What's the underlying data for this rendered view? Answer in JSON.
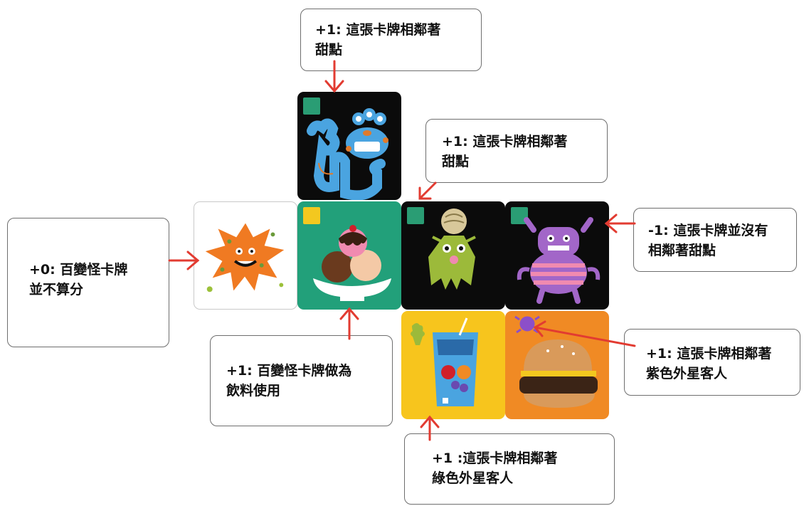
{
  "callouts": {
    "top": "+1: 這張卡牌相鄰著\n甜點",
    "mid_top": "+1: 這張卡牌相鄰著\n甜點",
    "left": "+0: 百變怪卡牌\n並不算分",
    "right": "-1: 這張卡牌並沒有\n相鄰著甜點",
    "bottom_left": "+1: 百變怪卡牌做為\n飲料使用",
    "bottom_right": "+1: 這張卡牌相鄰著\n紫色外星客人",
    "bottom": "+1 :這張卡牌相鄰著\n綠色外星客人"
  },
  "cards": [
    {
      "id": "blue-alien",
      "bg": "#0b0b0b",
      "marker": "#2a9d74",
      "subject": "blue three-eyed alien"
    },
    {
      "id": "shapeshifter",
      "bg": "#ffffff",
      "marker": "",
      "subject": "orange shapeshifter monster"
    },
    {
      "id": "ice-cream",
      "bg": "#22a07a",
      "marker": "#f3c81f",
      "subject": "ice cream sundae"
    },
    {
      "id": "green-alien",
      "bg": "#0b0b0b",
      "marker": "#2a9d74",
      "subject": "green alien with brain"
    },
    {
      "id": "purple-alien",
      "bg": "#0b0b0b",
      "marker": "#2a9d74",
      "subject": "purple striped alien"
    },
    {
      "id": "drink",
      "bg": "#f7c51d",
      "marker": "#9cba3a",
      "subject": "fruit drink"
    },
    {
      "id": "burger",
      "bg": "#f08a24",
      "marker": "#8c4fc9",
      "subject": "hamburger"
    }
  ],
  "colors": {
    "arrow": "#e23b31",
    "callout_border": "#6e6e6e"
  }
}
